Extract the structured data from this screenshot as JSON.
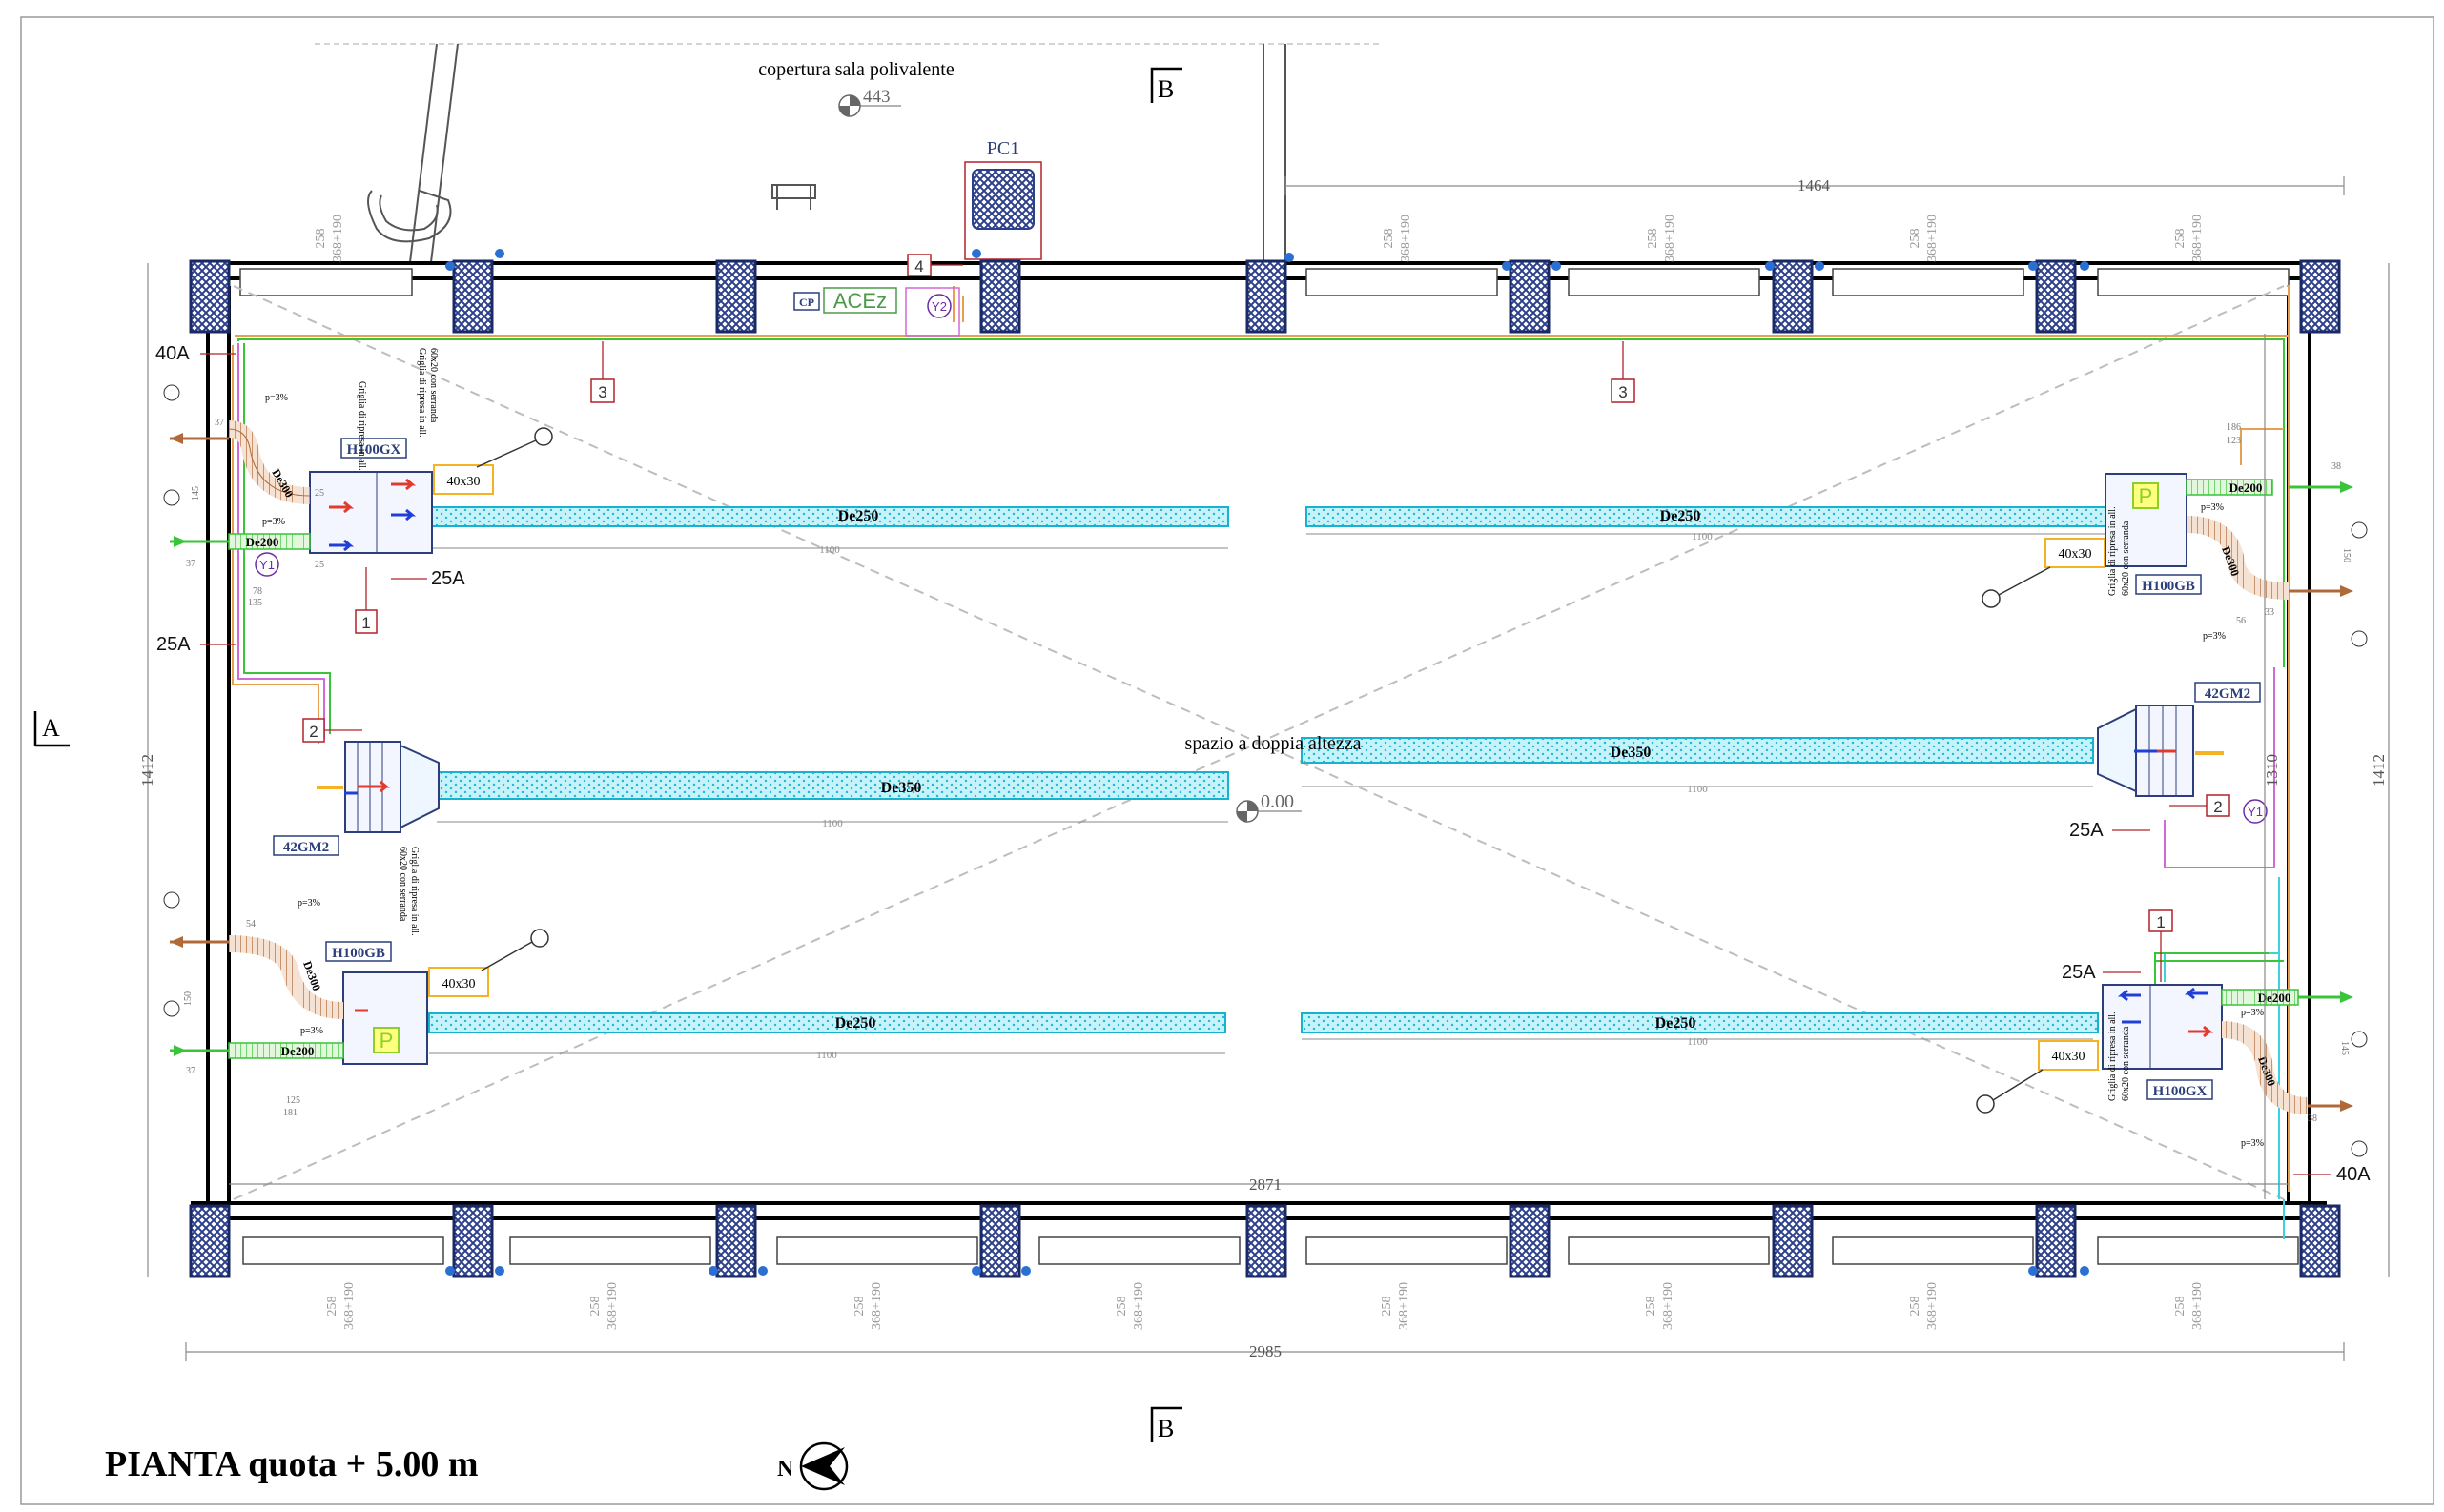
{
  "drawing": {
    "title": "PIANTA quota + 5.00 m",
    "roof_label": "copertura sala polivalente",
    "roof_elevation": "443",
    "hall_label": "spazio a doppia altezza",
    "floor_elevation": "0.00",
    "section_marks": {
      "a": "A",
      "b_top": "B",
      "b_bottom": "B"
    },
    "north_label": "N"
  },
  "dimensions": {
    "top_span": "1464",
    "inner_span": "2871",
    "overall_span": "2985",
    "left_height": "1412",
    "right_height": "1412",
    "right_inner": "1310",
    "window_h": "258",
    "window_spec": "368+190",
    "duct_len": "1100",
    "details": {
      "d37": "37",
      "d145": "145",
      "d25": "25",
      "d78": "78",
      "d135": "135",
      "d54": "54",
      "d150": "150",
      "d125": "125",
      "d181": "181",
      "d186": "186",
      "d123": "123",
      "d38": "38",
      "d56": "56",
      "d33": "33"
    }
  },
  "units": {
    "pc1": "PC1",
    "cp": "CP",
    "acez": "ACEz",
    "h100gx_a": "H100GX",
    "h100gx_b": "H100GX",
    "h100gb_a": "H100GB",
    "h100gb_b": "H100GB",
    "gm2_a": "42GM2",
    "gm2_b": "42GM2",
    "p_a": "P",
    "p_b": "P"
  },
  "ducts": {
    "de250": "De250",
    "de350": "De350",
    "de200": "De200",
    "de300": "De300"
  },
  "grilles": {
    "size": "40x30",
    "note_1": "Griglia di ripresa in all.",
    "note_2": "60x20 con serranda",
    "slope": "p=3%"
  },
  "markers": {
    "y1": "Y1",
    "y2": "Y2",
    "n1": "1",
    "n2": "2",
    "n3": "3",
    "n4": "4"
  },
  "pipes": {
    "p40a": "40A",
    "p25a": "25A"
  },
  "colors": {
    "wall": "#000000",
    "column_fill": "#3a4f8a",
    "duct_fill": "#c6f2fa",
    "duct_dot": "#1fb7d8",
    "duct_stroke": "#17b2d0",
    "unit_stroke": "#2c3f7a",
    "warm": "#e23b2e",
    "cold": "#1f3fd6",
    "supply_green": "#39c43a",
    "exhaust_brown": "#b06a3a",
    "grille": "#f5b324",
    "marker_red": "#b0242a",
    "dim_gray": "#8a8a8a",
    "diag_gray": "#bdbdbd"
  }
}
